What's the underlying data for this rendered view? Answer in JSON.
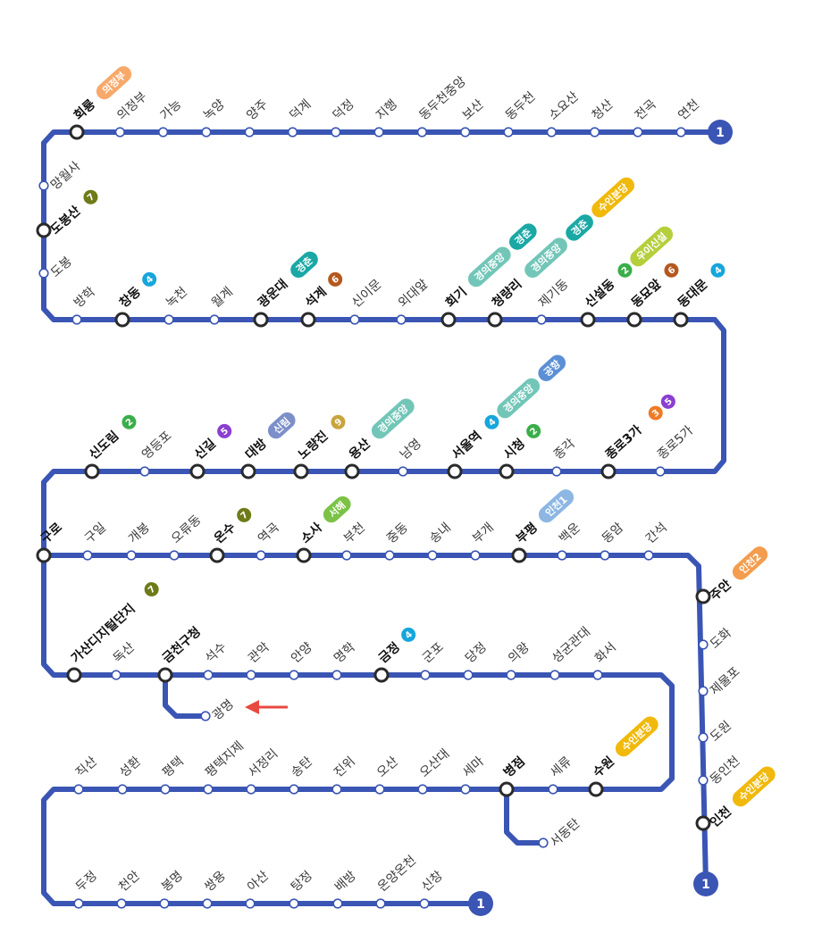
{
  "line": {
    "number": "1",
    "color": "#3a55b4"
  },
  "line_colors": {
    "4": "#16a6dc",
    "7": "#6e7b17",
    "6": "#b5581e",
    "2": "#3aae49",
    "5": "#8a3fd1",
    "9": "#c9a43a",
    "3": "#ef7b25"
  },
  "connection_chips": {
    "의정부": "#f7a96a",
    "경춘": "#1aa8a5",
    "경의중앙": "#72c6b8",
    "수인분당": "#f0b90c",
    "우이신설": "#b5cf3c",
    "공항": "#5b8fd6",
    "신림": "#7c8fc9",
    "서해": "#7bc246",
    "인천1": "#8db7e3",
    "인천2": "#f49d4e"
  },
  "stations": [
    {
      "name": "회룡",
      "major": true,
      "conn": [
        {
          "chip": "의정부"
        }
      ]
    },
    {
      "name": "의정부"
    },
    {
      "name": "가능"
    },
    {
      "name": "녹양"
    },
    {
      "name": "양주"
    },
    {
      "name": "덕계"
    },
    {
      "name": "덕정"
    },
    {
      "name": "지행"
    },
    {
      "name": "동두천중앙"
    },
    {
      "name": "보산"
    },
    {
      "name": "동두천"
    },
    {
      "name": "소요산"
    },
    {
      "name": "청산"
    },
    {
      "name": "전곡"
    },
    {
      "name": "연천"
    },
    {
      "name": "망월사"
    },
    {
      "name": "도봉산",
      "major": true,
      "conn": [
        {
          "line": "7"
        }
      ]
    },
    {
      "name": "도봉"
    },
    {
      "name": "방학"
    },
    {
      "name": "창동",
      "major": true,
      "conn": [
        {
          "line": "4"
        }
      ]
    },
    {
      "name": "녹천"
    },
    {
      "name": "월계"
    },
    {
      "name": "광운대",
      "major": true,
      "conn": [
        {
          "chip": "경춘"
        }
      ]
    },
    {
      "name": "석계",
      "major": true,
      "conn": [
        {
          "line": "6"
        }
      ]
    },
    {
      "name": "신이문"
    },
    {
      "name": "외대앞"
    },
    {
      "name": "회기",
      "major": true,
      "conn": [
        {
          "chip": "경의중앙"
        },
        {
          "chip": "경춘"
        }
      ]
    },
    {
      "name": "청량리",
      "major": true,
      "conn": [
        {
          "chip": "경의중앙"
        },
        {
          "chip": "경춘"
        },
        {
          "chip": "수인분당"
        }
      ]
    },
    {
      "name": "제기동"
    },
    {
      "name": "신설동",
      "major": true,
      "conn": [
        {
          "line": "2"
        },
        {
          "chip": "우이신설"
        }
      ]
    },
    {
      "name": "동묘앞",
      "major": true,
      "conn": [
        {
          "line": "6"
        }
      ]
    },
    {
      "name": "동대문",
      "major": true,
      "conn": [
        {
          "line": "4"
        }
      ]
    },
    {
      "name": "신도림",
      "major": true,
      "conn": [
        {
          "line": "2"
        }
      ]
    },
    {
      "name": "영등포"
    },
    {
      "name": "신길",
      "major": true,
      "conn": [
        {
          "line": "5"
        }
      ]
    },
    {
      "name": "대방",
      "major": true,
      "conn": [
        {
          "chip": "신림"
        }
      ]
    },
    {
      "name": "노량진",
      "major": true,
      "conn": [
        {
          "line": "9"
        }
      ]
    },
    {
      "name": "용산",
      "major": true,
      "conn": [
        {
          "chip": "경의중앙"
        }
      ]
    },
    {
      "name": "남영"
    },
    {
      "name": "서울역",
      "major": true,
      "conn": [
        {
          "line": "4"
        },
        {
          "chip": "경의중앙"
        },
        {
          "chip": "공항"
        }
      ]
    },
    {
      "name": "시청",
      "major": true,
      "conn": [
        {
          "line": "2"
        }
      ]
    },
    {
      "name": "종각"
    },
    {
      "name": "종로3가",
      "major": true,
      "conn": [
        {
          "line": "3"
        },
        {
          "line": "5"
        }
      ]
    },
    {
      "name": "종로5가"
    },
    {
      "name": "구로",
      "major": true
    },
    {
      "name": "구일"
    },
    {
      "name": "개봉"
    },
    {
      "name": "오류동"
    },
    {
      "name": "온수",
      "major": true,
      "conn": [
        {
          "line": "7"
        }
      ]
    },
    {
      "name": "역곡"
    },
    {
      "name": "소사",
      "major": true,
      "conn": [
        {
          "chip": "서해"
        }
      ]
    },
    {
      "name": "부천"
    },
    {
      "name": "중동"
    },
    {
      "name": "송내"
    },
    {
      "name": "부개"
    },
    {
      "name": "부평",
      "major": true,
      "conn": [
        {
          "chip": "인천1"
        }
      ]
    },
    {
      "name": "백운"
    },
    {
      "name": "동암"
    },
    {
      "name": "간석"
    },
    {
      "name": "주안",
      "major": true,
      "conn": [
        {
          "chip": "인천2"
        }
      ]
    },
    {
      "name": "도화"
    },
    {
      "name": "제물포"
    },
    {
      "name": "도원"
    },
    {
      "name": "동인천"
    },
    {
      "name": "인천",
      "major": true,
      "conn": [
        {
          "chip": "수인분당"
        }
      ]
    },
    {
      "name": "가산디지털단지",
      "major": true,
      "conn": [
        {
          "line": "7"
        }
      ]
    },
    {
      "name": "독산"
    },
    {
      "name": "금천구청",
      "major": true
    },
    {
      "name": "석수"
    },
    {
      "name": "관악"
    },
    {
      "name": "안양"
    },
    {
      "name": "명학"
    },
    {
      "name": "금정",
      "major": true,
      "conn": [
        {
          "line": "4"
        }
      ]
    },
    {
      "name": "군포"
    },
    {
      "name": "당정"
    },
    {
      "name": "의왕"
    },
    {
      "name": "성균관대"
    },
    {
      "name": "화서"
    },
    {
      "name": "광명"
    },
    {
      "name": "직산"
    },
    {
      "name": "성환"
    },
    {
      "name": "평택"
    },
    {
      "name": "평택지제"
    },
    {
      "name": "서정리"
    },
    {
      "name": "송탄"
    },
    {
      "name": "진위"
    },
    {
      "name": "오산"
    },
    {
      "name": "오산대"
    },
    {
      "name": "세마"
    },
    {
      "name": "병점",
      "major": true
    },
    {
      "name": "세류"
    },
    {
      "name": "수원",
      "major": true,
      "conn": [
        {
          "chip": "수인분당"
        }
      ]
    },
    {
      "name": "서동탄"
    },
    {
      "name": "두정"
    },
    {
      "name": "천안"
    },
    {
      "name": "봉명"
    },
    {
      "name": "쌍용"
    },
    {
      "name": "아산"
    },
    {
      "name": "탕정"
    },
    {
      "name": "배방"
    },
    {
      "name": "온양온천"
    },
    {
      "name": "신창"
    }
  ]
}
